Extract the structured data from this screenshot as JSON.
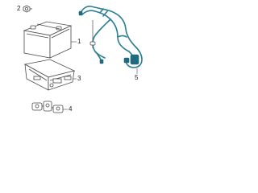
{
  "callouts": {
    "battery": "1",
    "nut": "2",
    "tray": "3",
    "bracket": "4",
    "cable": "5"
  },
  "colors": {
    "line": "#4a4a4a",
    "cable": "#2a7f93",
    "cable_dark": "#1f6a7c",
    "background": "#ffffff"
  },
  "icons": [
    "battery-icon",
    "nut-icon",
    "battery-tray-icon",
    "bracket-icon",
    "battery-cable-icon"
  ]
}
